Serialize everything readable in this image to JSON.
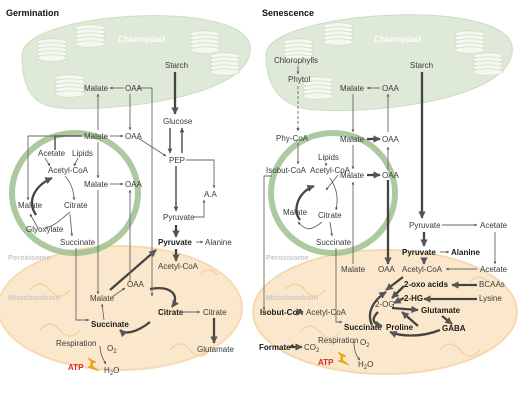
{
  "panels": {
    "germination": {
      "title": "Germination",
      "chloroplast": "Chloroplast",
      "peroxisome": "Peroxisome",
      "mitochondrion": "Mitochondrion",
      "labels": {
        "starch": "Starch",
        "malate_chl": "Malate",
        "oaa_chl": "OAA",
        "glucose": "Glucose",
        "malate_cyt": "Malate",
        "oaa_cyt": "OAA",
        "acetate": "Acetate",
        "lipids": "Lipids",
        "acetyl_coa_px": "Acetyl-CoA",
        "malate_mid": "Malate",
        "oaa_mid": "OAA",
        "pep": "PEP",
        "malate_px": "Malate",
        "citrate_px": "Citrate",
        "glyoxylate": "Glyoxylate",
        "succinate_px": "Succinate",
        "aa": "A.A",
        "pyruvate": "Pyruvate",
        "pyruvate_mito": "Pyruvate",
        "alanine": "Alanine",
        "acetyl_coa_mito": "Acetyl-CoA",
        "malate_mito": "Malate",
        "oaa_mito": "OAA",
        "citrate_mito": "Citrate",
        "citrate_cyt": "Citrate",
        "succinate_mito": "Succinate",
        "glutamate": "Glutamate",
        "respiration": "Respiration",
        "o2": "O",
        "o2_sub": "2",
        "h2o_h": "H",
        "h2o_sub": "2",
        "h2o_o": "O",
        "atp": "ATP"
      }
    },
    "senescence": {
      "title": "Senescence",
      "chloroplast": "Chloroplast",
      "peroxisome": "Peroxisome",
      "mitochondrion": "Mitochondrion",
      "labels": {
        "chlorophylls": "Chlorophylls",
        "phytol": "Phytol",
        "starch": "Starch",
        "malate_chl": "Malate",
        "oaa_chl": "OAA",
        "malate_cyt": "Malate",
        "oaa_cyt": "OAA",
        "phy_coa": "Phy-CoA",
        "lipids": "Lipids",
        "isobut_coa_px": "Isobut-CoA",
        "acetyl_coa_px": "Acetyl-CoA",
        "malate_mid": "Malate",
        "oaa_mid": "OAA",
        "malate_px": "Malate",
        "citrate_px": "Citrate",
        "succinate_px": "Succinate",
        "pyruvate_cyt": "Pyruvate",
        "acetate_cyt": "Acetate",
        "pyruvate_mito": "Pyruvate",
        "alanine": "Alanine",
        "acetyl_coa_mito": "Acetyl-CoA",
        "acetate_r": "Acetate",
        "malate_mito": "Malate",
        "oaa_mito": "OAA",
        "oxo_acids": "2-oxo acids",
        "bcaas": "BCAAs",
        "two_hg": "2-HG",
        "lysine": "Lysine",
        "two_og": "2-OG",
        "glutamate": "Glutamate",
        "isobut_coa_mito": "Isobut-CoA",
        "acetyl_coa_iso": "Acetyl-CoA",
        "proline": "Proline",
        "succinate_mito": "Succinate",
        "gaba": "GABA",
        "formate": "Formate*",
        "co2_co": "CO",
        "co2_sub": "2",
        "respiration": "Respiration",
        "o2": "O",
        "o2_sub": "2",
        "h2o_h": "H",
        "h2o_sub": "2",
        "h2o_o": "O",
        "atp": "ATP"
      }
    }
  },
  "colors": {
    "chloroplast_fill": "#dfe9d8",
    "chloroplast_stack": "#f5f8f1",
    "peroxisome_ring": "#9fbf8e",
    "mitochondrion_fill": "#fbe8cc",
    "mitochondrion_edge": "#f6d9b0",
    "arrow": "#555555",
    "atp": "#d42a2a",
    "bolt": "#f0b400"
  },
  "icons": [
    "lightning-bolt-icon"
  ]
}
